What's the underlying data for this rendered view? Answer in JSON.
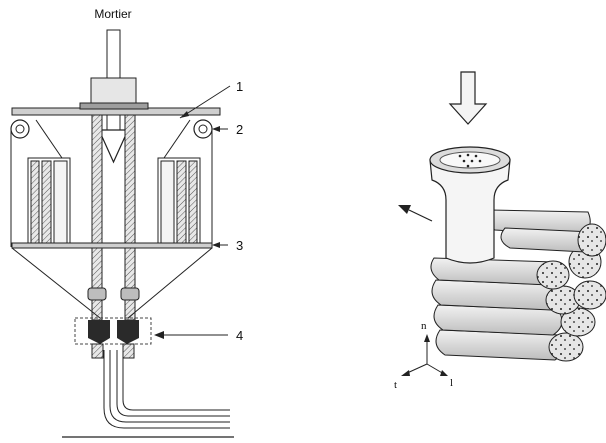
{
  "left_diagram": {
    "input_label": "Mortier",
    "callouts": [
      "1",
      "2",
      "3",
      "4"
    ]
  },
  "right_diagram": {
    "axes": {
      "n": "n",
      "t": "t",
      "l": "l"
    }
  }
}
